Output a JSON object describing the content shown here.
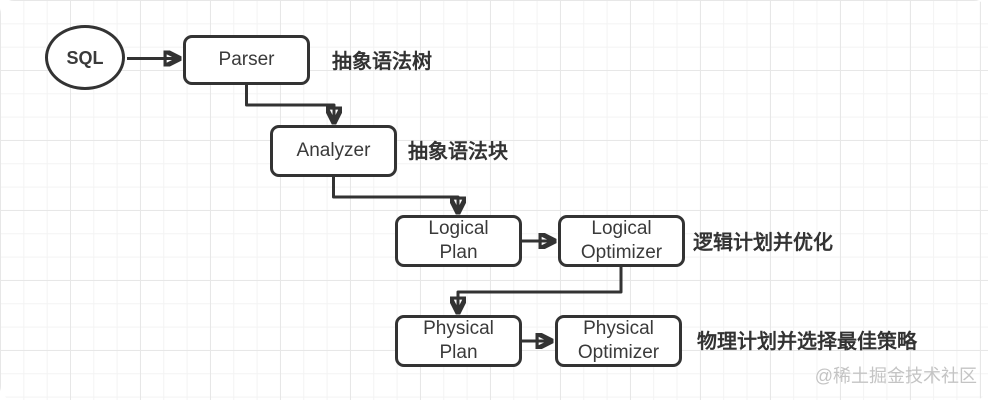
{
  "diagram": {
    "title_hint": "SQL query compilation flow",
    "nodes": [
      {
        "id": "sql",
        "shape": "ellipse",
        "lines": [
          "SQL"
        ]
      },
      {
        "id": "parser",
        "shape": "rect",
        "lines": [
          "Parser"
        ]
      },
      {
        "id": "analyzer",
        "shape": "rect",
        "lines": [
          "Analyzer"
        ]
      },
      {
        "id": "logical-plan",
        "shape": "rect",
        "lines": [
          "Logical",
          "Plan"
        ]
      },
      {
        "id": "logical-optimizer",
        "shape": "rect",
        "lines": [
          "Logical",
          "Optimizer"
        ]
      },
      {
        "id": "physical-plan",
        "shape": "rect",
        "lines": [
          "Physical",
          "Plan"
        ]
      },
      {
        "id": "physical-optimizer",
        "shape": "rect",
        "lines": [
          "Physical",
          "Optimizer"
        ]
      }
    ],
    "edges": [
      {
        "from": "sql",
        "to": "parser"
      },
      {
        "from": "parser",
        "to": "analyzer"
      },
      {
        "from": "analyzer",
        "to": "logical-plan"
      },
      {
        "from": "logical-plan",
        "to": "logical-optimizer"
      },
      {
        "from": "logical-optimizer",
        "to": "physical-plan"
      },
      {
        "from": "physical-plan",
        "to": "physical-optimizer"
      }
    ],
    "annotations": [
      {
        "for": "parser",
        "text": "抽象语法树"
      },
      {
        "for": "analyzer",
        "text": "抽象语法块"
      },
      {
        "for": "logical-optimizer",
        "text": "逻辑计划并优化"
      },
      {
        "for": "physical-optimizer",
        "text": "物理计划并选择最佳策略"
      }
    ],
    "watermark": "@稀土掘金技术社区",
    "colors": {
      "stroke": "#333333",
      "node_fill": "#ffffff",
      "grid_minor": "#f3f3f3",
      "grid_major": "#e7e7e7",
      "watermark": "#c4c4c4"
    }
  }
}
